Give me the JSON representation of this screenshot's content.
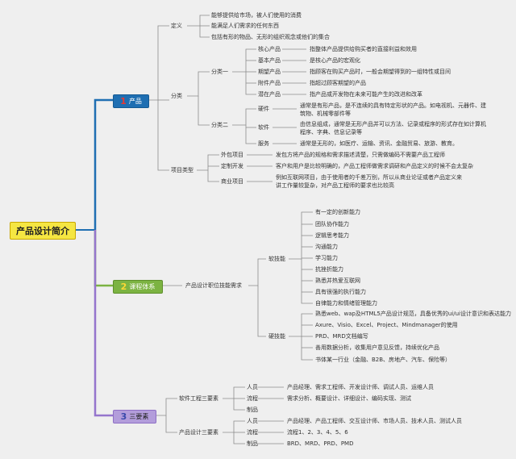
{
  "root": "产品设计简介",
  "c1": {
    "num": "1",
    "label": "产品"
  },
  "c2": {
    "num": "2",
    "label": "课程体系"
  },
  "c3": {
    "num": "3",
    "label": "三要素"
  },
  "def": {
    "label": "定义",
    "items": [
      "能够提供给市场，被人们使用的消费",
      "能满足人们需求的任何东西",
      "包括有形的物品、无形的组织观念或他们的集合"
    ]
  },
  "cls": {
    "label": "分类",
    "g1": {
      "label": "分类一",
      "rows": [
        {
          "k": "核心产品",
          "v": "指整体产品提供给购买者的直接利益和效用"
        },
        {
          "k": "基本产品",
          "v": "是核心产品的宏观化"
        },
        {
          "k": "期望产品",
          "v": "指顾客在购买产品时，一般会期望得到的一组特性或目间"
        },
        {
          "k": "附件产品",
          "v": "指超过顾客期望的产品"
        },
        {
          "k": "潜在产品",
          "v": "指产品或开发物在未来可能产生的改进和改革"
        }
      ]
    },
    "g2": {
      "label": "分类二",
      "rows": [
        {
          "k": "硬件",
          "v": "通常是有形产品，是不连续的具有特定形状的产品。如电视机、元器件、建筑物、机械零部件等"
        },
        {
          "k": "软件",
          "v": "由信息组成，通常是无形产品并可以方法、记录或程序的形式存在如计算机程序、字典、信息记录等"
        },
        {
          "k": "服务",
          "v": "通常是无形的，如医疗、运输、资讯、金融贸易、旅游、教育。"
        }
      ]
    }
  },
  "ptype": {
    "label": "项目类型",
    "rows": [
      {
        "k": "外包项目",
        "v": "发包方将产品的规格和需求描述清楚，只需做编码不需要产品工程师"
      },
      {
        "k": "定制开发",
        "v": "客户和用户是比较明确的，产品工程师做需求调研和产品定义的时候不会太复杂"
      },
      {
        "k": "商业项目",
        "v": "例如互联网项目，由于使用者的千差万别，所以从商业论证或者产品定义来讲工作量较复杂，对产品工程师的要求也比较高"
      }
    ]
  },
  "course": {
    "label": "产品设计职位技能需求",
    "soft": {
      "label": "软技能",
      "items": [
        "有一定的创新能力",
        "团队协作能力",
        "逻辑思考能力",
        "沟通能力",
        "学习能力",
        "抗挫折能力",
        "熟悉并热爱互联网",
        "具有很强的执行能力",
        "自律能力和情绪管理能力"
      ]
    },
    "hard": {
      "label": "硬技能",
      "items": [
        "熟悉web、wap及HTML5产品设计规范，具备优秀的ui/ui设计意识和表达能力",
        "Axure、Visio、Excel、Project、Mindmanager的使用",
        "PRD、MRD文档编写",
        "善用数据分析，收集用户意见反馈，持续优化产品",
        "书体某一行业（金融、B2B、房地产、汽车、保险等）"
      ]
    }
  },
  "elements": {
    "sw": {
      "label": "软件工程三要素",
      "rows": [
        {
          "k": "人员",
          "v": "产品经理、需求工程师、开发设计师、调试人员、运维人员"
        },
        {
          "k": "流程",
          "v": "需求分析、概要设计、详细设计、编码实现、测试"
        },
        {
          "k": "制品",
          "v": ""
        }
      ]
    },
    "pd": {
      "label": "产品设计三要素",
      "rows": [
        {
          "k": "人员",
          "v": "产品经理、产品工程师、交互设计师、市场人员、技术人员、测试人员"
        },
        {
          "k": "流程",
          "v": "流程1、2、3、4、5、6"
        },
        {
          "k": "制品",
          "v": "BRD、MRD、PRD、PMD"
        }
      ]
    }
  },
  "colors": {
    "blue": "#1f6fb2",
    "green": "#7cb342",
    "purple": "#9575cd",
    "root": "#f5e642",
    "line": "#8c8c8c"
  }
}
